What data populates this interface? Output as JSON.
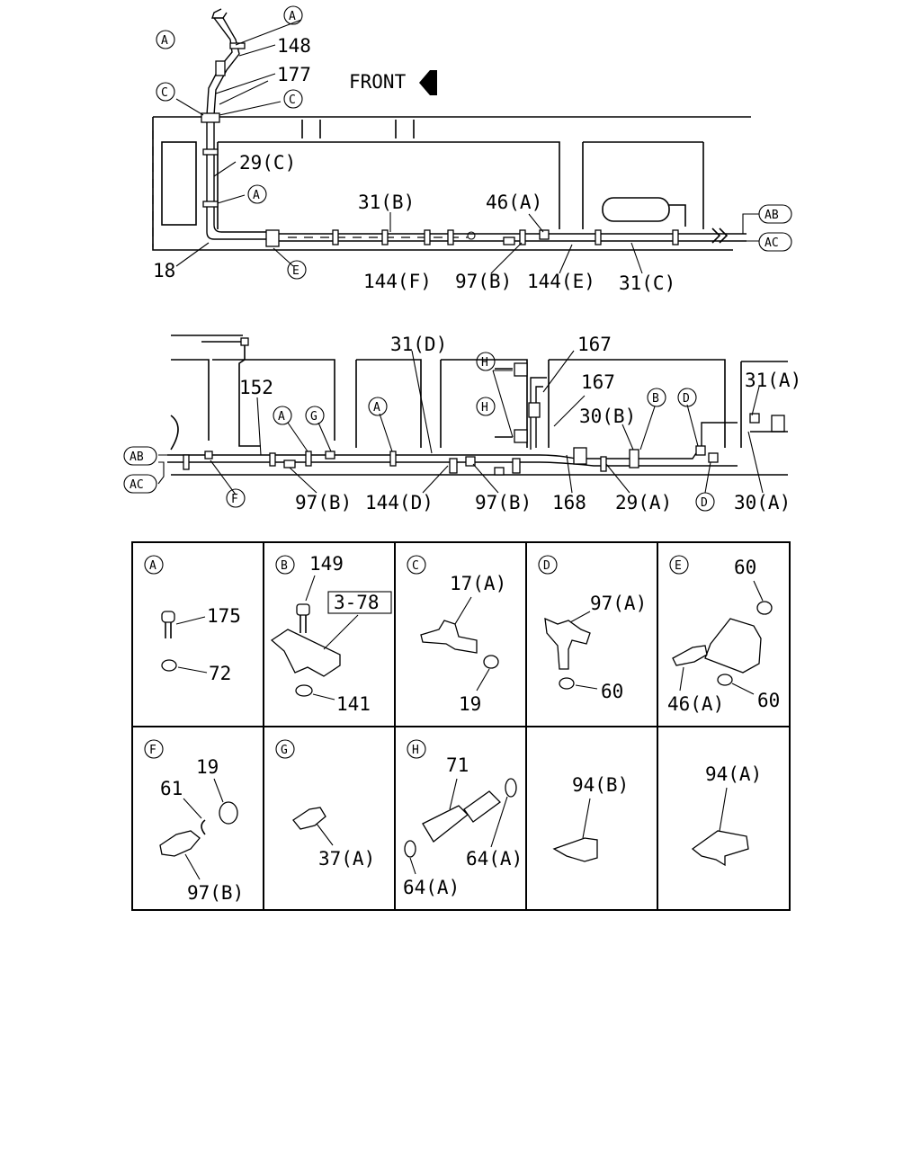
{
  "front_label": "FRONT",
  "top_labels": [
    "148",
    "177",
    "29(C)",
    "31(B)",
    "46(A)",
    "18",
    "144(F)",
    "97(B)",
    "144(E)",
    "31(C)"
  ],
  "mid_labels": [
    "31(D)",
    "167",
    "167",
    "152",
    "30(B)",
    "31(A)",
    "97(B)",
    "144(D)",
    "97(B)",
    "168",
    "29(A)",
    "30(A)"
  ],
  "connectors": [
    "AB",
    "AC",
    "AB",
    "AC"
  ],
  "cells": [
    {
      "letter": "A",
      "parts": [
        "175",
        "72"
      ]
    },
    {
      "letter": "B",
      "parts": [
        "149",
        "3-78",
        "141"
      ]
    },
    {
      "letter": "C",
      "parts": [
        "17(A)",
        "19"
      ]
    },
    {
      "letter": "D",
      "parts": [
        "97(A)",
        "60"
      ]
    },
    {
      "letter": "E",
      "parts": [
        "60",
        "46(A)",
        "60"
      ]
    },
    {
      "letter": "F",
      "parts": [
        "19",
        "61",
        "97(B)"
      ]
    },
    {
      "letter": "G",
      "parts": [
        "37(A)"
      ]
    },
    {
      "letter": "H",
      "parts": [
        "71",
        "64(A)",
        "64(A)"
      ]
    },
    {
      "letter": "",
      "parts": [
        "94(B)"
      ]
    },
    {
      "letter": "",
      "parts": [
        "94(A)"
      ]
    }
  ]
}
